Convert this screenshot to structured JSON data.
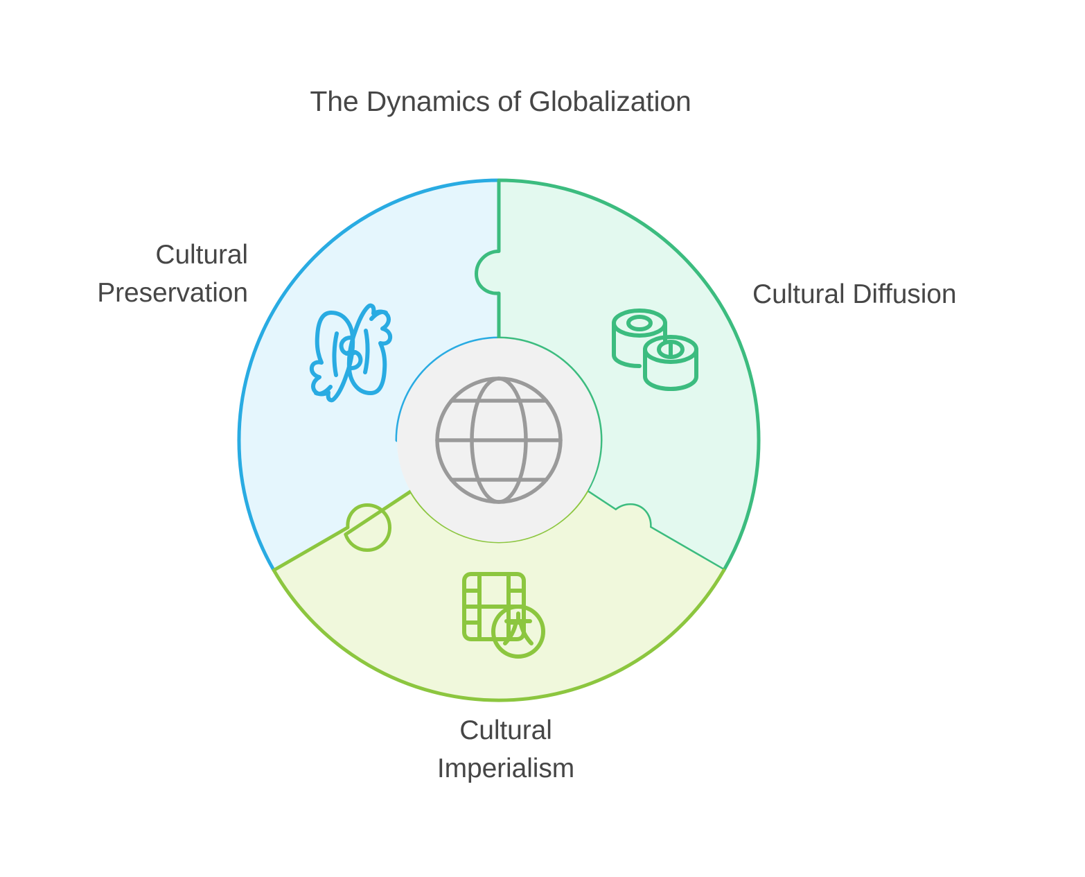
{
  "title": "The Dynamics of Globalization",
  "canvas": {
    "background": "#ffffff",
    "text_color": "#464646"
  },
  "center": {
    "icon": "globe-icon",
    "fill": "#f1f1f1",
    "icon_color": "#9a9a9a"
  },
  "segments": [
    {
      "id": "cultural-preservation",
      "label": "Cultural",
      "label_line2": "Preservation",
      "label_full": "Cultural Preservation",
      "position": "left",
      "stroke": "#29ABE2",
      "fill": "#E5F6FD",
      "icon": "koi-fish-icon"
    },
    {
      "id": "cultural-diffusion",
      "label": "Cultural Diffusion",
      "label_line2": "",
      "label_full": "Cultural Diffusion",
      "position": "right",
      "stroke": "#3CBC7F",
      "fill": "#E3F9EF",
      "icon": "sushi-roll-icon"
    },
    {
      "id": "cultural-imperialism",
      "label": "Cultural",
      "label_line2": "Imperialism",
      "label_full": "Cultural Imperialism",
      "position": "bottom",
      "stroke": "#8CC63F",
      "fill": "#F0F8DC",
      "icon": "film-translate-icon",
      "icon_glyph": "文"
    }
  ],
  "chart_data": {
    "type": "pie",
    "title": "The Dynamics of Globalization",
    "categories": [
      "Cultural Preservation",
      "Cultural Diffusion",
      "Cultural Imperialism"
    ],
    "values": [
      33.33,
      33.33,
      33.33
    ],
    "colors": [
      "#29ABE2",
      "#3CBC7F",
      "#8CC63F"
    ],
    "fills": [
      "#E5F6FD",
      "#E3F9EF",
      "#F0F8DC"
    ],
    "legend": "none",
    "note": "Three equal jigsaw-puzzle segments of a donut around a central globe hub"
  }
}
